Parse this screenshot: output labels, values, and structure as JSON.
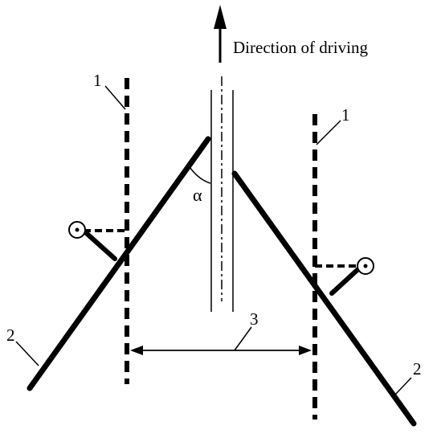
{
  "diagram": {
    "direction_label": "Direction of driving",
    "angle_label": "α",
    "labels": {
      "marker_left": "1",
      "marker_right": "1",
      "bar_left": "2",
      "bar_right": "2",
      "spacing": "3"
    },
    "colors": {
      "ink": "#000000",
      "background": "#ffffff"
    }
  }
}
